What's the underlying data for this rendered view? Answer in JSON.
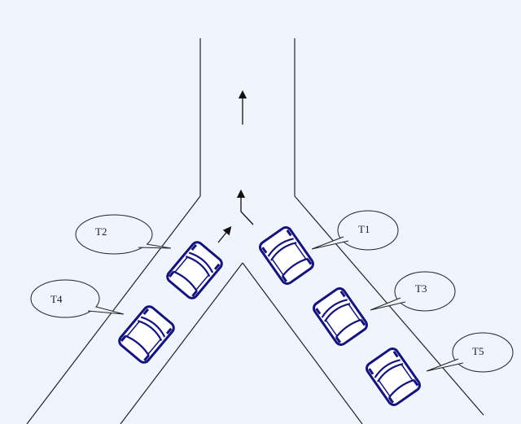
{
  "labels": {
    "t1": "T1",
    "t2": "T2",
    "t3": "T3",
    "t4": "T4",
    "t5": "T5"
  },
  "colors": {
    "background": "#eff4fd",
    "car_outline": "#14147a",
    "road": "#222222"
  }
}
